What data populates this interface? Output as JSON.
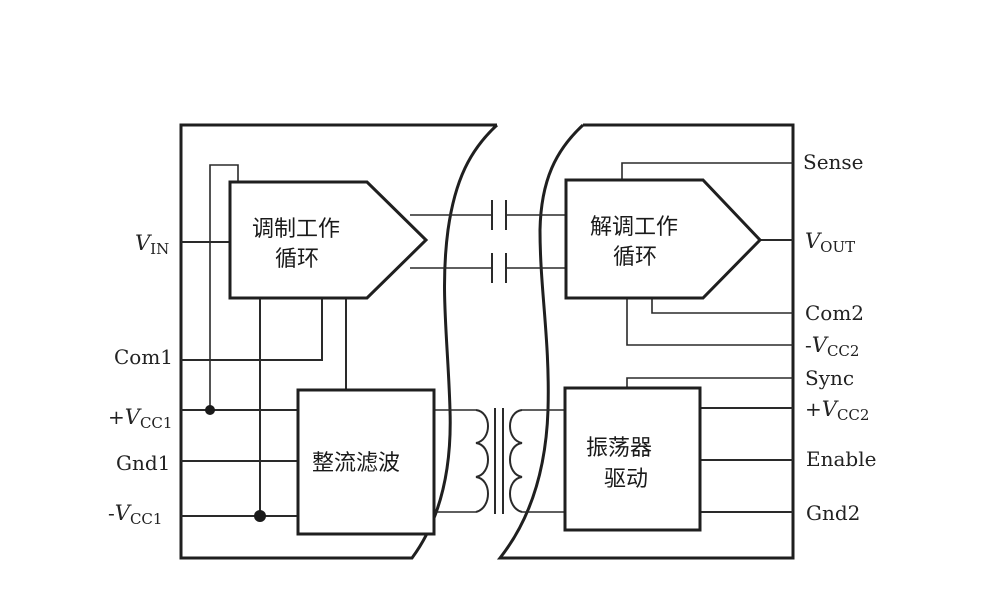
{
  "blocks": {
    "modulator": [
      "调制工作",
      "循环"
    ],
    "demodulator": [
      "解调工作",
      "循环"
    ],
    "rectifier": "整流滤波",
    "oscillator": [
      "振荡器",
      "驱动"
    ]
  },
  "pins_left": {
    "vin": {
      "main": "V",
      "sub": "IN"
    },
    "com1": "Com1",
    "vcc1_pos": {
      "sign": "+",
      "main": "V",
      "sub": "CC1"
    },
    "gnd1": "Gnd1",
    "vcc1_neg": {
      "sign": "-",
      "main": "V",
      "sub": "CC1"
    }
  },
  "pins_right": {
    "sense": "Sense",
    "vout": {
      "main": "V",
      "sub": "OUT"
    },
    "com2": "Com2",
    "vcc2_neg": {
      "sign": "-",
      "main": "V",
      "sub": "CC2"
    },
    "sync": "Sync",
    "vcc2_pos": {
      "sign": "+",
      "main": "V",
      "sub": "CC2"
    },
    "enable": "Enable",
    "gnd2": "Gnd2"
  }
}
